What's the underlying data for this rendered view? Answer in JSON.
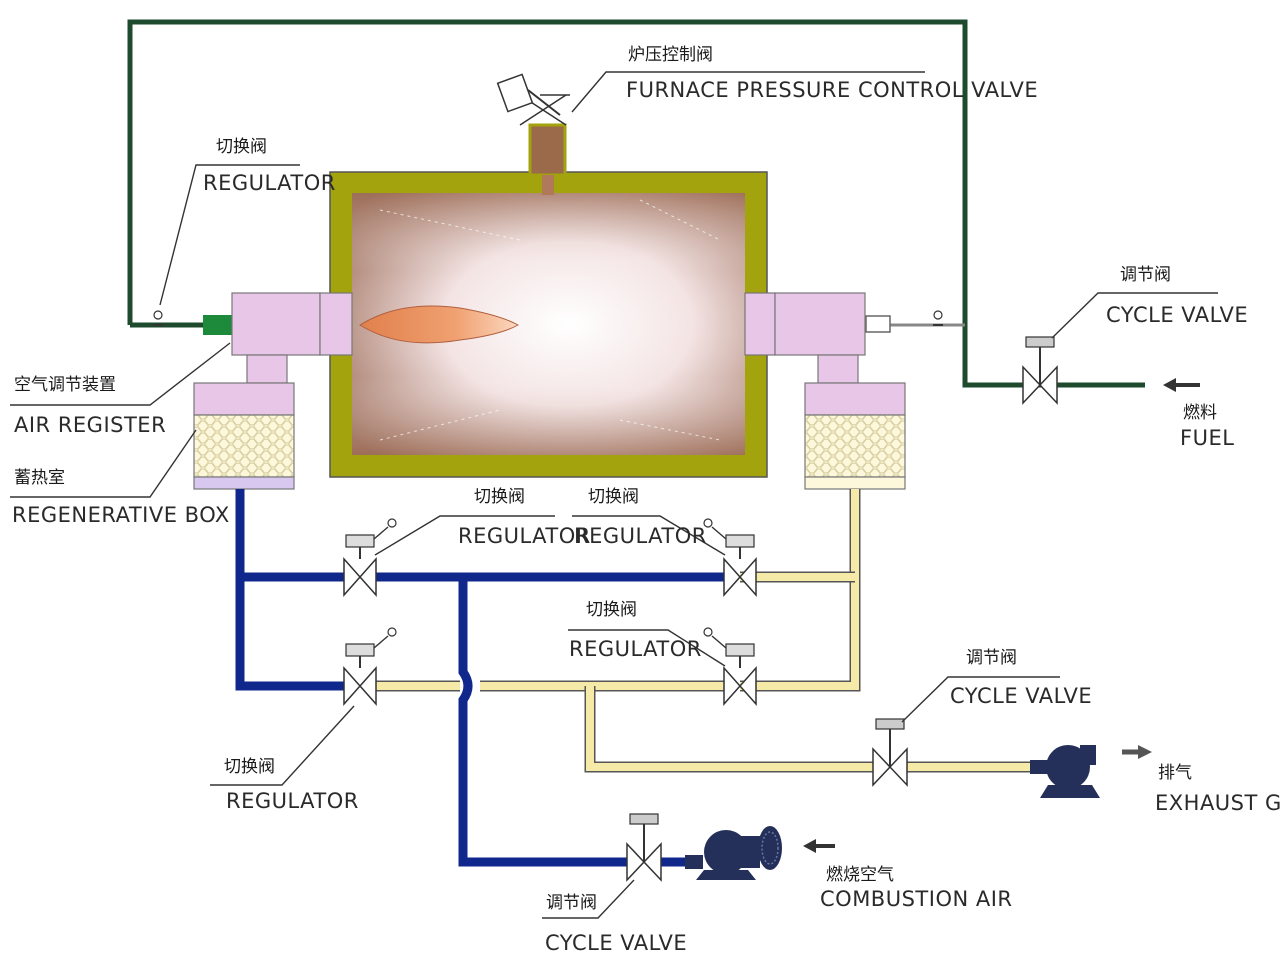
{
  "colors": {
    "furnace_shell": "#a3a30e",
    "burner_pink": "#e8c6e8",
    "flame": "#e8945a",
    "cold_pipe": "#10288c",
    "hot_pipe": "#f6eaa8",
    "fuel_line": "#1e4a2e",
    "equipment": "#24305a",
    "wall_brown": "#9a6a4a"
  },
  "labels": {
    "furnace_pressure_valve": {
      "zh": "炉压控制阀",
      "en": "FURNACE PRESSURE CONTROL VALVE"
    },
    "regulator_top_left": {
      "zh": "切换阀",
      "en": "REGULATOR"
    },
    "air_register": {
      "zh": "空气调节装置",
      "en": "AIR REGISTER"
    },
    "regenerative_box": {
      "zh": "蓄热室",
      "en": "REGENERATIVE BOX"
    },
    "cycle_valve_fuel": {
      "zh": "调节阀",
      "en": "CYCLE VALVE"
    },
    "fuel": {
      "zh": "燃料",
      "en": "FUEL"
    },
    "regulator_mid_left": {
      "zh": "切换阀",
      "en": "REGULATOR"
    },
    "regulator_mid_right": {
      "zh": "切换阀",
      "en": "REGULATOR"
    },
    "regulator_low_mid": {
      "zh": "切换阀",
      "en": "REGULATOR"
    },
    "regulator_bottom_left": {
      "zh": "切换阀",
      "en": "REGULATOR"
    },
    "cycle_valve_exhaust": {
      "zh": "调节阀",
      "en": "CYCLE VALVE"
    },
    "exhaust_gas": {
      "zh": "排气",
      "en": "EXHAUST GAS"
    },
    "combustion_air": {
      "zh": "燃烧空气",
      "en": "COMBUSTION AIR"
    },
    "cycle_valve_bottom": {
      "zh": "调节阀",
      "en": "CYCLE VALVE"
    }
  }
}
